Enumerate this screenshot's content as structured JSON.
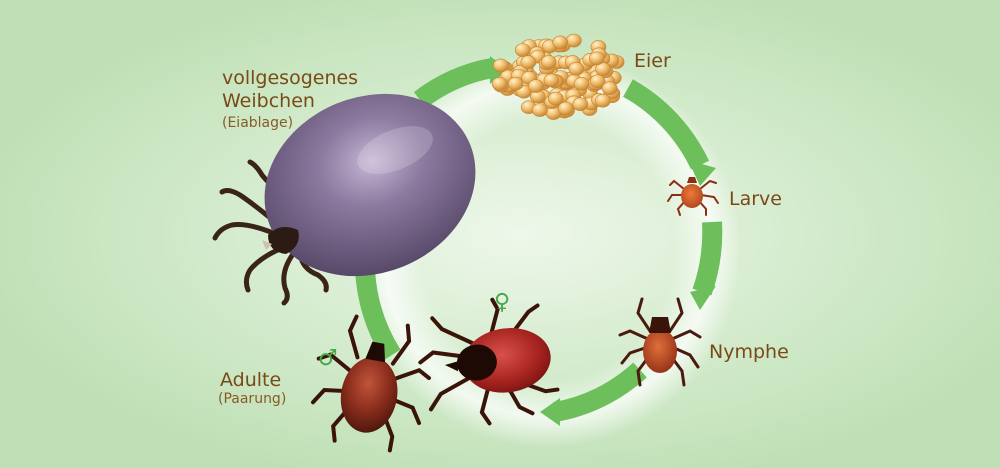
{
  "diagram": {
    "stages": {
      "eggs": {
        "label": "Eier"
      },
      "larva": {
        "label": "Larve"
      },
      "nymph": {
        "label": "Nymphe"
      },
      "adults": {
        "label": "Adulte",
        "note": "(Paarung)"
      },
      "engorged_female": {
        "label_line1": "vollgesogenes",
        "label_line2": "Weibchen",
        "note": "(Eiablage)"
      }
    },
    "symbols": {
      "male": "♂",
      "female": "♀"
    }
  },
  "colors": {
    "background": "#c4e2bb",
    "cycle_ring": "#6dbf5c",
    "label_text": "#7a4a16",
    "egg": "#f0bf6e",
    "engorged_body": "#6e5c7e",
    "tick_red": "#a52a22",
    "tick_dark": "#2a1a14"
  }
}
